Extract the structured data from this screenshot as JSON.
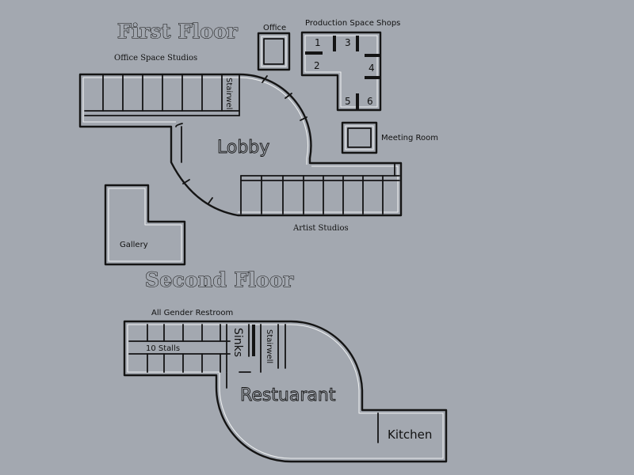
{
  "first_floor": {
    "title": "First Floor",
    "office_space_studios": "Office Space Studios",
    "stairwell": "Stairwell",
    "lobby": "Lobby",
    "office": "Office",
    "production_space_shops": "Production Space Shops",
    "shop_numbers": [
      "1",
      "2",
      "3",
      "4",
      "5",
      "6"
    ],
    "meeting_room": "Meeting Room",
    "artist_studios": "Artist Studios",
    "gallery": "Gallery"
  },
  "second_floor": {
    "title": "Second Floor",
    "all_gender_restroom": "All Gender Restroom",
    "stalls": "10 Stalls",
    "sinks": "Sinks",
    "stairwell": "Stairwell",
    "restaurant": "Restuarant",
    "kitchen": "Kitchen"
  }
}
